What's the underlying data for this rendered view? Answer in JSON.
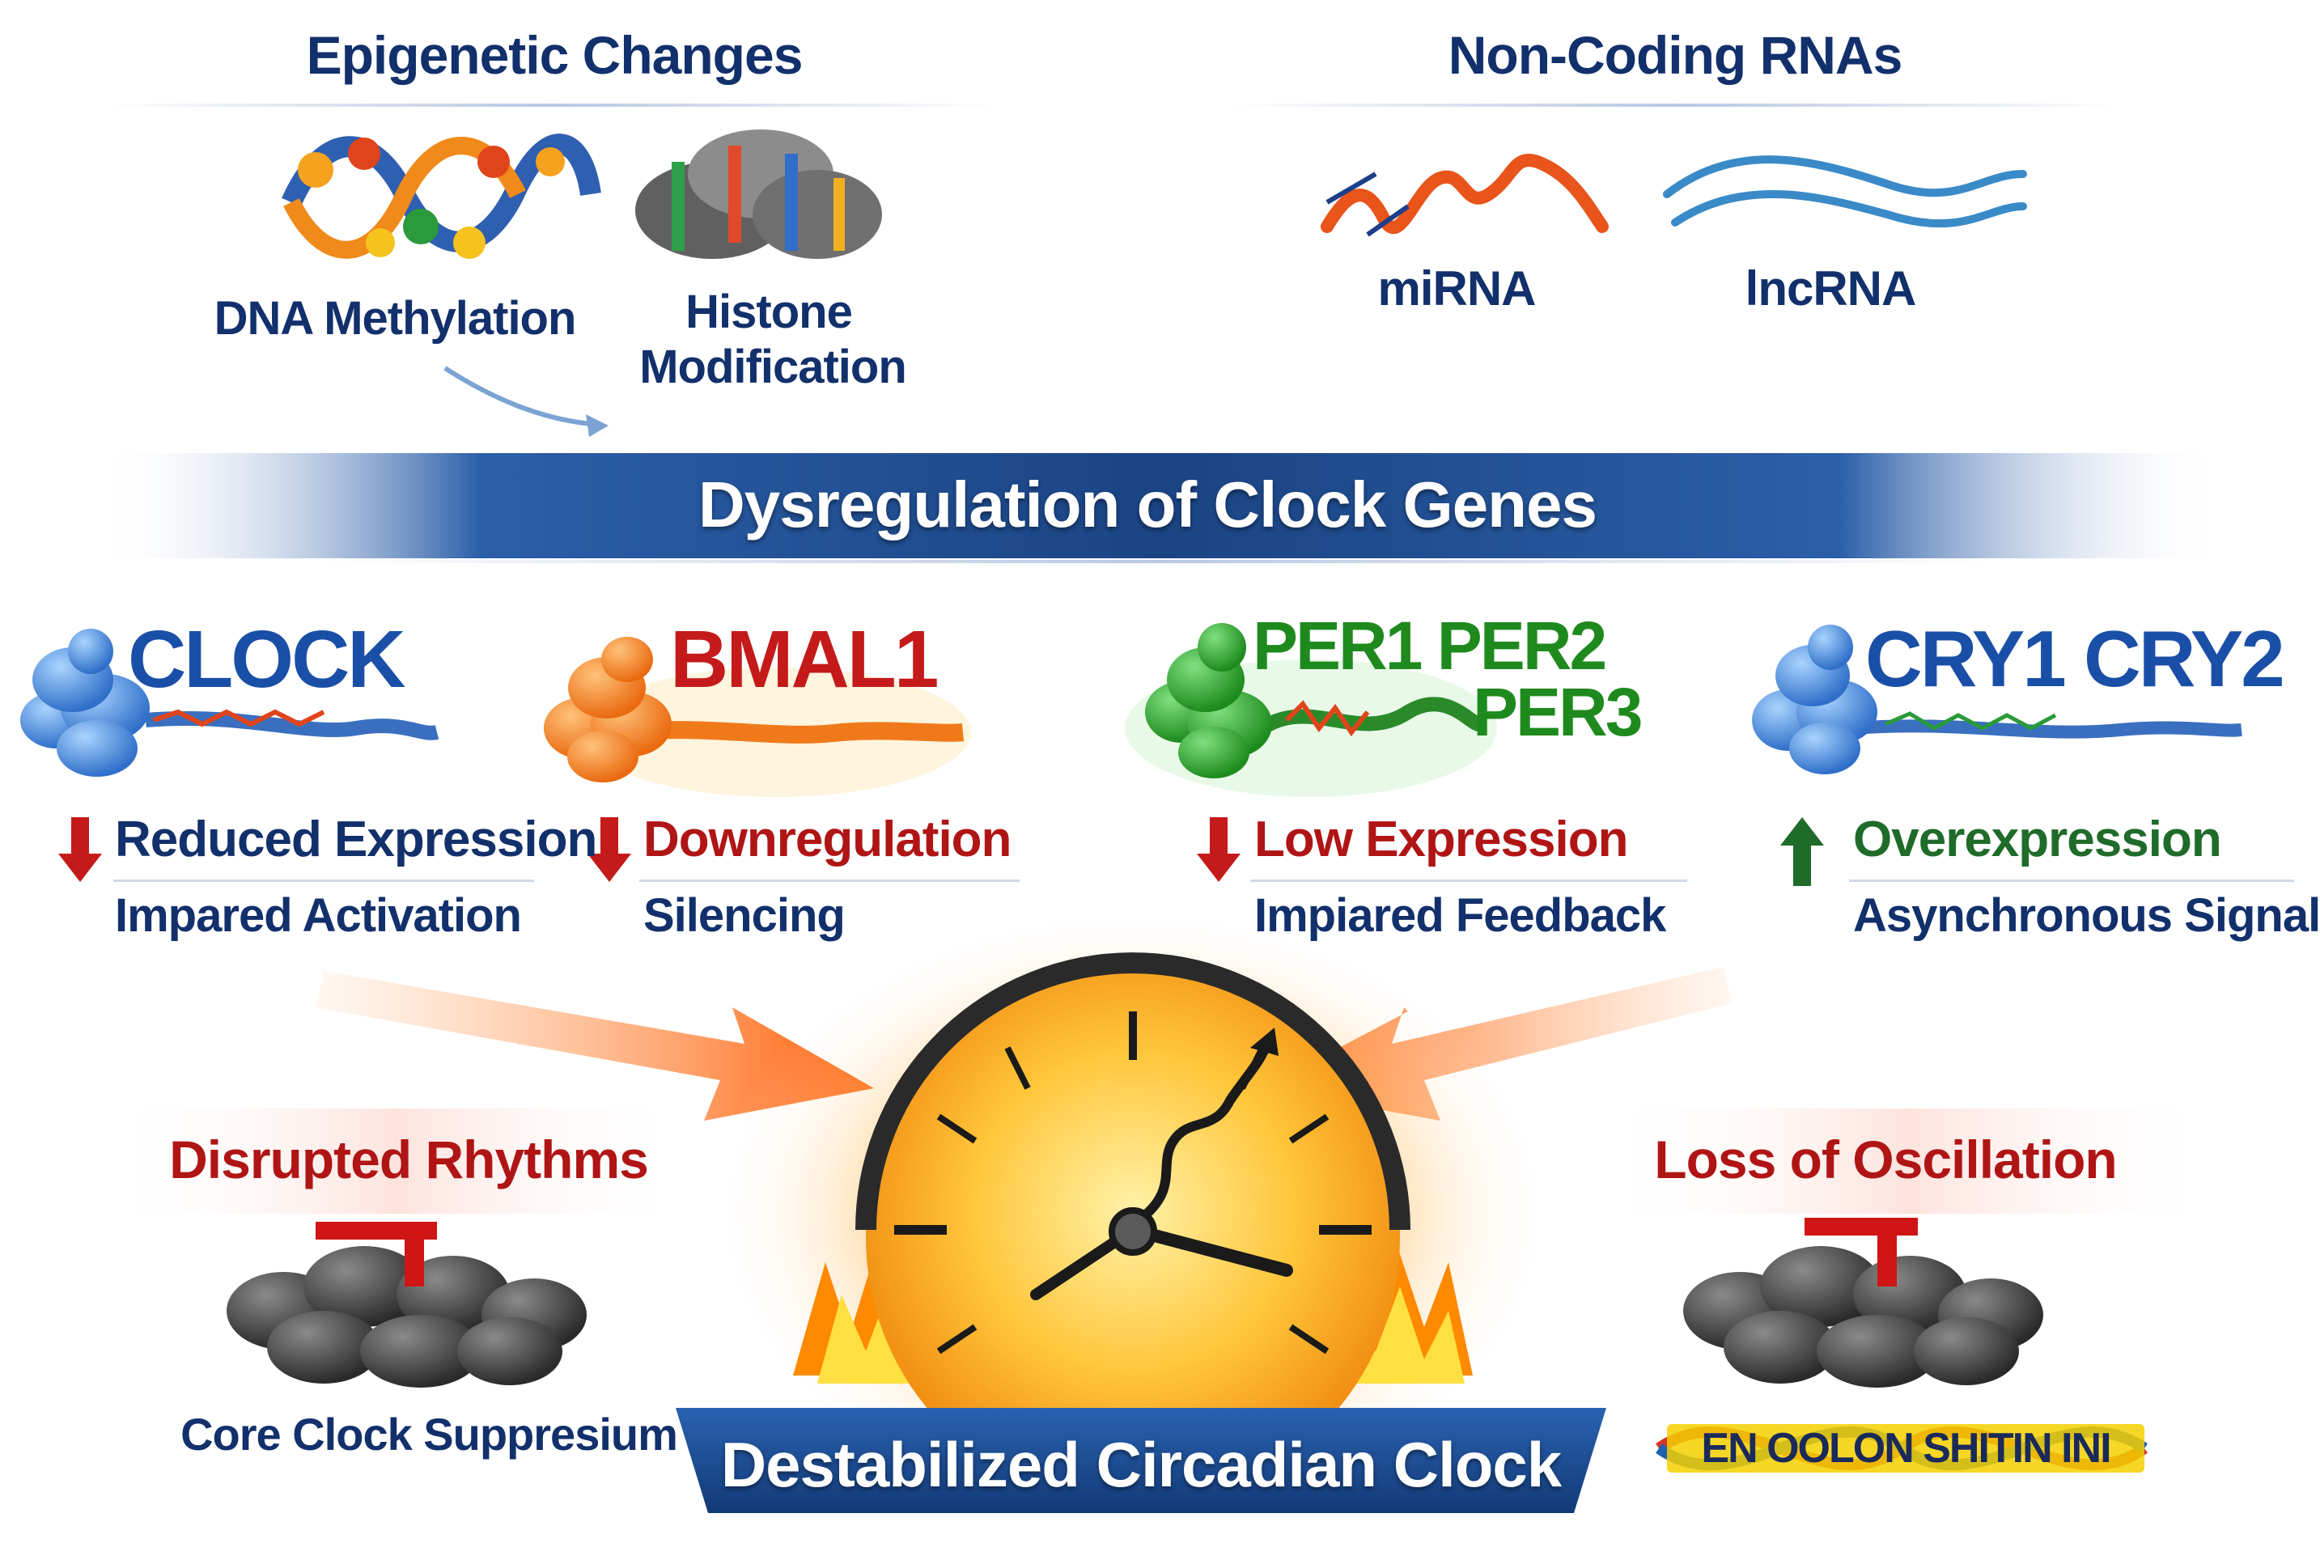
{
  "epigenetic": {
    "heading": "Epigenetic Changes",
    "dna_methylation": "DNA Methylation",
    "histone_line1": "Histone",
    "histone_line2": "Modification"
  },
  "noncoding": {
    "heading": "Non-Coding RNAs",
    "mirna": "miRNA",
    "lncrna": "lncRNA"
  },
  "banner": {
    "title": "Dysregulation of Clock Genes"
  },
  "genes": {
    "clock": {
      "name": "CLOCK",
      "effect": "Reduced Expression",
      "detail": "Impared Activation",
      "color": "#1a4fa8",
      "direction": "down"
    },
    "bmal1": {
      "name": "BMAL1",
      "effect": "Downregulation",
      "detail": "Silencing",
      "color": "#c41a1a",
      "direction": "down"
    },
    "per": {
      "name_line1": "PER1 PER2",
      "name_line2": "PER3",
      "effect": "Low Expression",
      "detail": "Impiared Feedback",
      "color": "#1e8a1e",
      "direction": "down"
    },
    "cry": {
      "name": "CRY1 CRY2",
      "effect": "Overexpression",
      "detail": "Asynchronous Signals",
      "color": "#1a4fa8",
      "direction": "up"
    }
  },
  "outcomes": {
    "left_title": "Disrupted Rhythms",
    "left_caption": "Core Clock Suppresium",
    "right_title": "Loss of Oscillation",
    "right_band": "EN OOLON SHITIN INI",
    "bottom_banner": "Destabilized Circadian Clock"
  },
  "colors": {
    "navy": "#12306b",
    "down_arrow": "#c41a1a",
    "up_arrow": "#1f6b2a",
    "banner_blue": "#1d4d8f",
    "fire_orange": "#ff6a00"
  }
}
